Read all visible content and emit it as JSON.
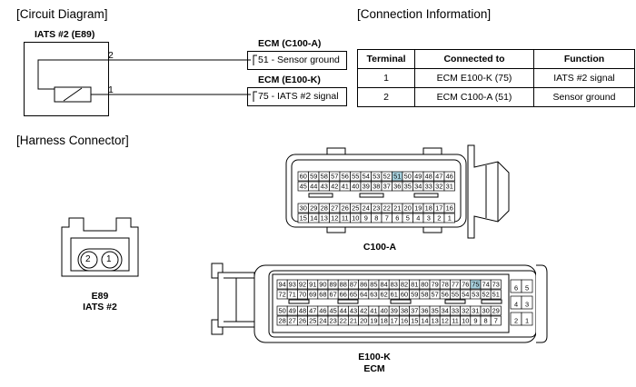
{
  "sections": {
    "circuit": "[Circuit Diagram]",
    "connection": "[Connection Information]",
    "harness": "[Harness Connector]"
  },
  "circuit": {
    "sensor_title": "IATS #2 (E89)",
    "wire_top_num": "2",
    "wire_bottom_num": "1",
    "ecm_a_title": "ECM (C100-A)",
    "ecm_a_pin_num": "51",
    "ecm_a_pin_label": " - Sensor ground",
    "ecm_k_title": "ECM (E100-K)",
    "ecm_k_pin_num": "75",
    "ecm_k_pin_label": " - IATS #2 signal"
  },
  "connection_table": {
    "headers": [
      "Terminal",
      "Connected to",
      "Function"
    ],
    "rows": [
      [
        "1",
        "ECM E100-K (75)",
        "IATS #2 signal"
      ],
      [
        "2",
        "ECM C100-A (51)",
        "Sensor ground"
      ]
    ]
  },
  "harness": {
    "c100a": {
      "label": "C100-A",
      "rows": [
        [
          "60",
          "59",
          "58",
          "57",
          "56",
          "55",
          "54",
          "53",
          "52",
          "51",
          "50",
          "49",
          "48",
          "47",
          "46"
        ],
        [
          "45",
          "44",
          "43",
          "42",
          "41",
          "40",
          "39",
          "38",
          "37",
          "36",
          "35",
          "34",
          "33",
          "32",
          "31"
        ],
        [
          "30",
          "29",
          "28",
          "27",
          "26",
          "25",
          "24",
          "23",
          "22",
          "21",
          "20",
          "19",
          "18",
          "17",
          "16"
        ],
        [
          "15",
          "14",
          "13",
          "12",
          "11",
          "10",
          "9",
          "8",
          "7",
          "6",
          "5",
          "4",
          "3",
          "2",
          "1"
        ]
      ],
      "highlight": "51"
    },
    "e89": {
      "pins": [
        "2",
        "1"
      ],
      "label_line1": "E89",
      "label_line2": "IATS #2"
    },
    "e100k": {
      "label_line1": "E100-K",
      "label_line2": "ECM",
      "rows": [
        [
          "94",
          "93",
          "92",
          "91",
          "90",
          "89",
          "88",
          "87",
          "86",
          "85",
          "84",
          "83",
          "82",
          "81",
          "80",
          "79",
          "78",
          "77",
          "76",
          "75",
          "74",
          "73"
        ],
        [
          "72",
          "71",
          "70",
          "69",
          "68",
          "67",
          "66",
          "65",
          "64",
          "63",
          "62",
          "61",
          "60",
          "59",
          "58",
          "57",
          "56",
          "55",
          "54",
          "53",
          "52",
          "51"
        ],
        [
          "50",
          "49",
          "48",
          "47",
          "46",
          "45",
          "44",
          "43",
          "42",
          "41",
          "40",
          "39",
          "38",
          "37",
          "36",
          "35",
          "34",
          "33",
          "32",
          "31",
          "30",
          "29"
        ],
        [
          "28",
          "27",
          "26",
          "25",
          "24",
          "23",
          "22",
          "21",
          "20",
          "19",
          "18",
          "17",
          "16",
          "15",
          "14",
          "13",
          "12",
          "11",
          "10",
          "9",
          "8",
          "7"
        ]
      ],
      "side_rows": [
        [
          "6",
          "5"
        ],
        [
          "4",
          "3"
        ],
        [
          "2",
          "1"
        ]
      ],
      "highlight": "75"
    },
    "highlight_color": "#a9d3e0"
  }
}
